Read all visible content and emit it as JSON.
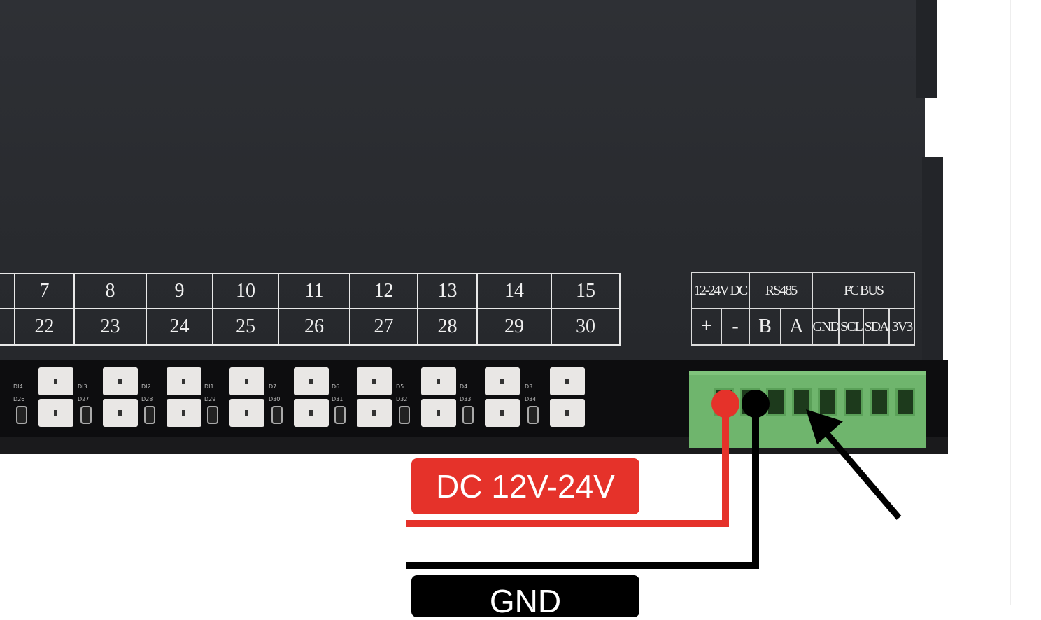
{
  "channels": {
    "top_row": [
      "7",
      "8",
      "9",
      "10",
      "11",
      "12",
      "13",
      "14",
      "15"
    ],
    "bottom_row": [
      "22",
      "23",
      "24",
      "25",
      "26",
      "27",
      "28",
      "29",
      "30"
    ]
  },
  "terminal_labels": {
    "groups": [
      "12-24V DC",
      "RS485",
      "I²C BUS"
    ],
    "pins": [
      "+",
      "-",
      "B",
      "A",
      "GND",
      "SCL",
      "SDA",
      "3V3"
    ]
  },
  "led_labels": {
    "top": [
      "DI4",
      "DI3",
      "DI2",
      "DI1",
      "D7",
      "D6",
      "D5",
      "D4",
      "D3"
    ],
    "bottom": [
      "D26",
      "D27",
      "D28",
      "D29",
      "D30",
      "D31",
      "D32",
      "D33",
      "D34"
    ]
  },
  "annotations": {
    "power_label": "DC 12V-24V",
    "ground_label": "GND"
  },
  "colors": {
    "power_wire": "#e5322a",
    "ground_wire": "#000000",
    "connector": "#6fb56d"
  }
}
